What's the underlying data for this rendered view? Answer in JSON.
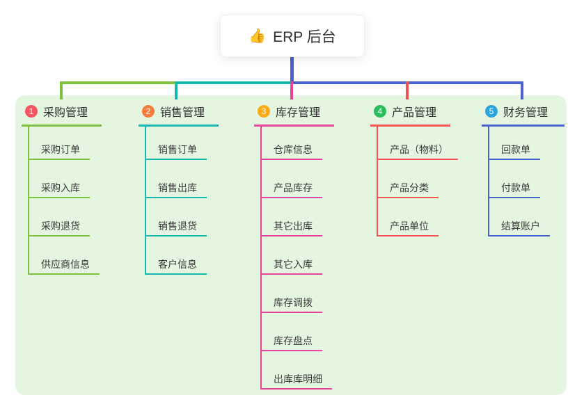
{
  "root": {
    "title": "ERP 后台",
    "icon": "thumbs-up-emoji",
    "icon_glyph": "👍",
    "connector_color": "#4b61d1"
  },
  "panel": {
    "background": "#e5f6e0"
  },
  "branches": [
    {
      "number": "1",
      "label": "采购管理",
      "badge_color": "#f45560",
      "line_color": "#7fc13e",
      "items": [
        "采购订单",
        "采购入库",
        "采购退货",
        "供应商信息"
      ]
    },
    {
      "number": "2",
      "label": "销售管理",
      "badge_color": "#f87d3c",
      "line_color": "#14b8ac",
      "items": [
        "销售订单",
        "销售出库",
        "销售退货",
        "客户信息"
      ]
    },
    {
      "number": "3",
      "label": "库存管理",
      "badge_color": "#fbac17",
      "line_color": "#e8429b",
      "items": [
        "仓库信息",
        "产品库存",
        "其它出库",
        "其它入库",
        "库存调拨",
        "库存盘点",
        "出库库明细"
      ]
    },
    {
      "number": "4",
      "label": "产品管理",
      "badge_color": "#2cbd5e",
      "line_color": "#f45353",
      "items": [
        "产品（物料）",
        "产品分类",
        "产品单位"
      ]
    },
    {
      "number": "5",
      "label": "财务管理",
      "badge_color": "#2ba4de",
      "line_color": "#4b61d1",
      "items": [
        "回款单",
        "付款单",
        "结算账户"
      ]
    }
  ]
}
